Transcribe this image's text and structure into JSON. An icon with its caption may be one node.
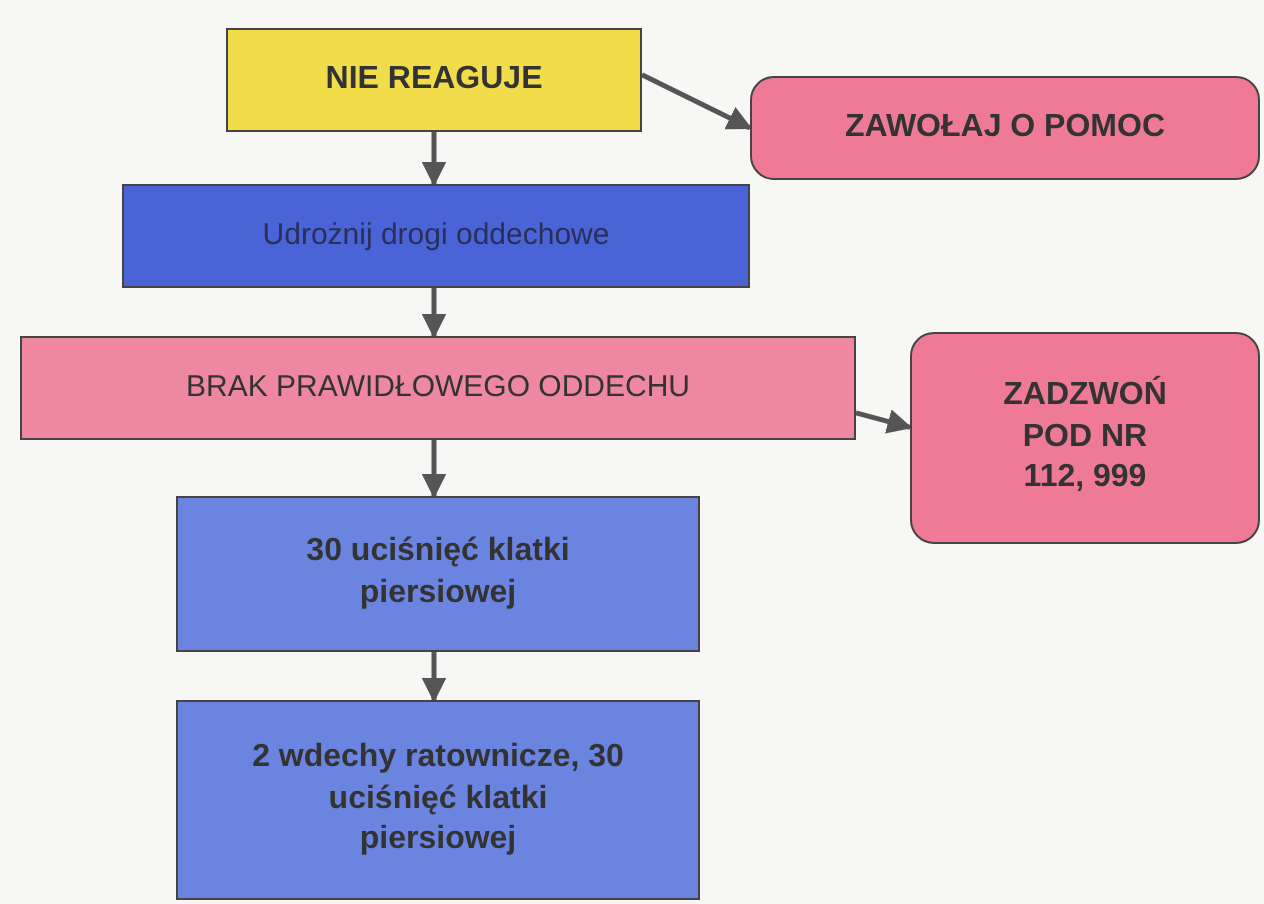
{
  "diagram": {
    "nodes": [
      {
        "text": [
          "NIE REAGUJE"
        ]
      },
      {
        "text": [
          "ZAWOŁAJ O POMOC"
        ]
      },
      {
        "text": [
          "Udrożnij drogi oddechowe"
        ]
      },
      {
        "text": [
          "BRAK PRAWIDŁOWEGO ODDECHU"
        ]
      },
      {
        "text": [
          "ZADZWOŃ POD NR 112, 999"
        ]
      },
      {
        "text": [
          "30 uciśnięć klatki piersiowej"
        ]
      },
      {
        "text": [
          "2 wdechy ratownicze, 30 uciśnięć klatki piersiowej"
        ]
      }
    ],
    "edges": [
      {
        "from": 0,
        "to": 1,
        "arrow": "to"
      },
      {
        "from": 0,
        "to": 2,
        "arrow": "to"
      },
      {
        "from": 2,
        "to": 3,
        "arrow": "to"
      },
      {
        "from": 3,
        "to": 4,
        "arrow": "to"
      },
      {
        "from": 3,
        "to": 5,
        "arrow": "to"
      },
      {
        "from": 5,
        "to": 6,
        "arrow": "to"
      }
    ]
  }
}
